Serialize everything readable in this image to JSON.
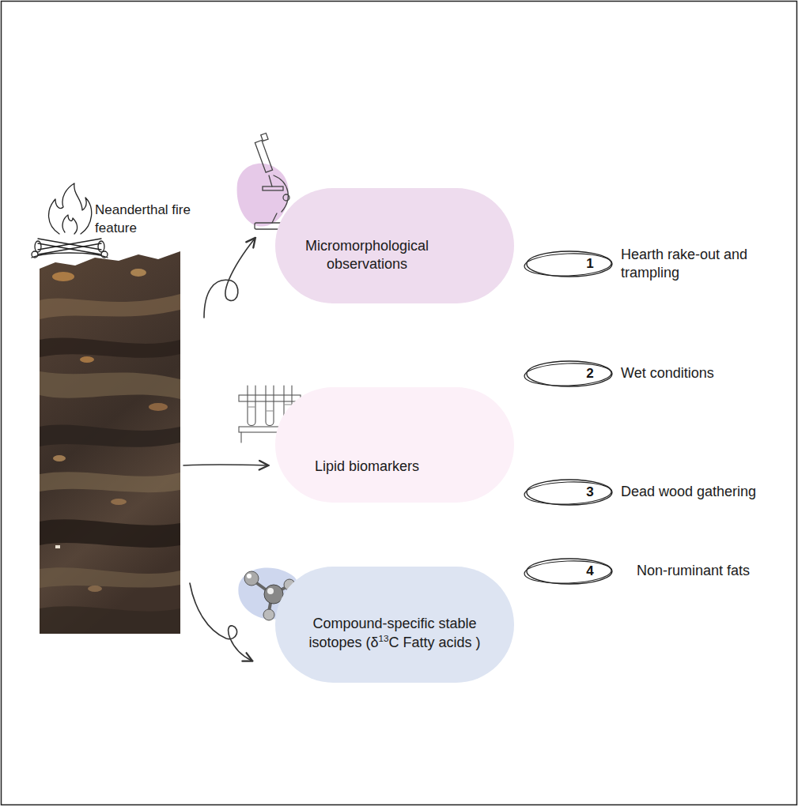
{
  "diagram": {
    "nodes": [
      {
        "text": [
          "Micromorphological observations"
        ]
      },
      {
        "text": [
          "1",
          "Hearth rake-out and trampling"
        ]
      },
      {
        "text": [
          "Lipid biomarkers"
        ]
      },
      {
        "text": [
          "2",
          "Wet conditions"
        ]
      },
      {
        "text": [
          "3",
          "Dead wood gathering"
        ]
      },
      {
        "text": [
          "Compound-specific stable isotopes (δ13C Fatty acids )"
        ]
      },
      {
        "text": [
          "4",
          "Non-ruminant fats"
        ]
      }
    ],
    "labels": [
      "Neanderthal fire feature"
    ]
  }
}
